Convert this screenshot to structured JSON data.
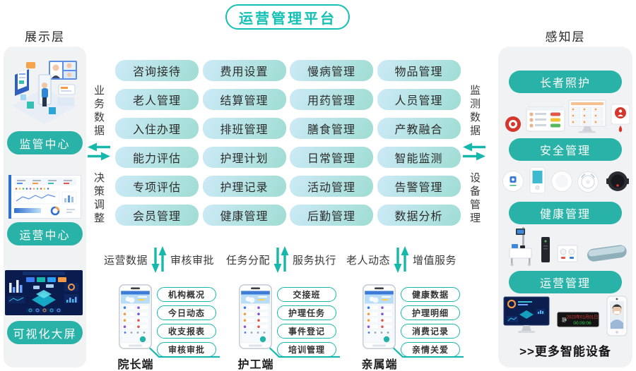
{
  "title": "运营管理平台",
  "left_panel": {
    "header": "展示层",
    "buttons": [
      "监管中心",
      "运营中心",
      "可视化大屏"
    ]
  },
  "side_flows": {
    "left_top": "业务数据",
    "left_bottom": "决策调整",
    "right_top": "监测数据",
    "right_bottom": "设备管理"
  },
  "grid": {
    "rows": [
      [
        "咨询接待",
        "费用设置",
        "慢病管理",
        "物品管理"
      ],
      [
        "老人管理",
        "结算管理",
        "用药管理",
        "人员管理"
      ],
      [
        "入住办理",
        "排班管理",
        "膳食管理",
        "产教融合"
      ],
      [
        "能力评估",
        "护理计划",
        "日常管理",
        "智能监测"
      ],
      [
        "专项评估",
        "护理记录",
        "活动管理",
        "告警管理"
      ],
      [
        "会员管理",
        "健康管理",
        "后勤管理",
        "数据分析"
      ]
    ]
  },
  "bottom_flows": [
    {
      "left": "运营数据",
      "right": "审核审批"
    },
    {
      "left": "任务分配",
      "right": "服务执行"
    },
    {
      "left": "老人动态",
      "right": "增值服务"
    }
  ],
  "phones": [
    {
      "label": "院长端",
      "items": [
        "机构概况",
        "今日动态",
        "收支报表",
        "审核审批"
      ]
    },
    {
      "label": "护工端",
      "items": [
        "交接班",
        "护理任务",
        "事件登记",
        "培训管理"
      ]
    },
    {
      "label": "亲属端",
      "items": [
        "健康数据",
        "护理明细",
        "消费记录",
        "亲情关爱"
      ]
    }
  ],
  "right_panel": {
    "header": "感知层",
    "sections": [
      {
        "label": "长者照护"
      },
      {
        "label": "安全管理"
      },
      {
        "label": "健康管理"
      },
      {
        "label": "运营管理"
      }
    ],
    "clock": {
      "side": "静",
      "date": "2023年01月01日",
      "time": "00:09:06"
    },
    "more": ">>更多智能设备"
  },
  "colors": {
    "teal_button": "#29b2a7",
    "teal_bright": "#14c0b4",
    "arrow": "#16b8ac",
    "grid_gradient_from": "#cdeaf7",
    "grid_gradient_to": "#a3ded6",
    "panel_bg": "#f1f2f4"
  }
}
